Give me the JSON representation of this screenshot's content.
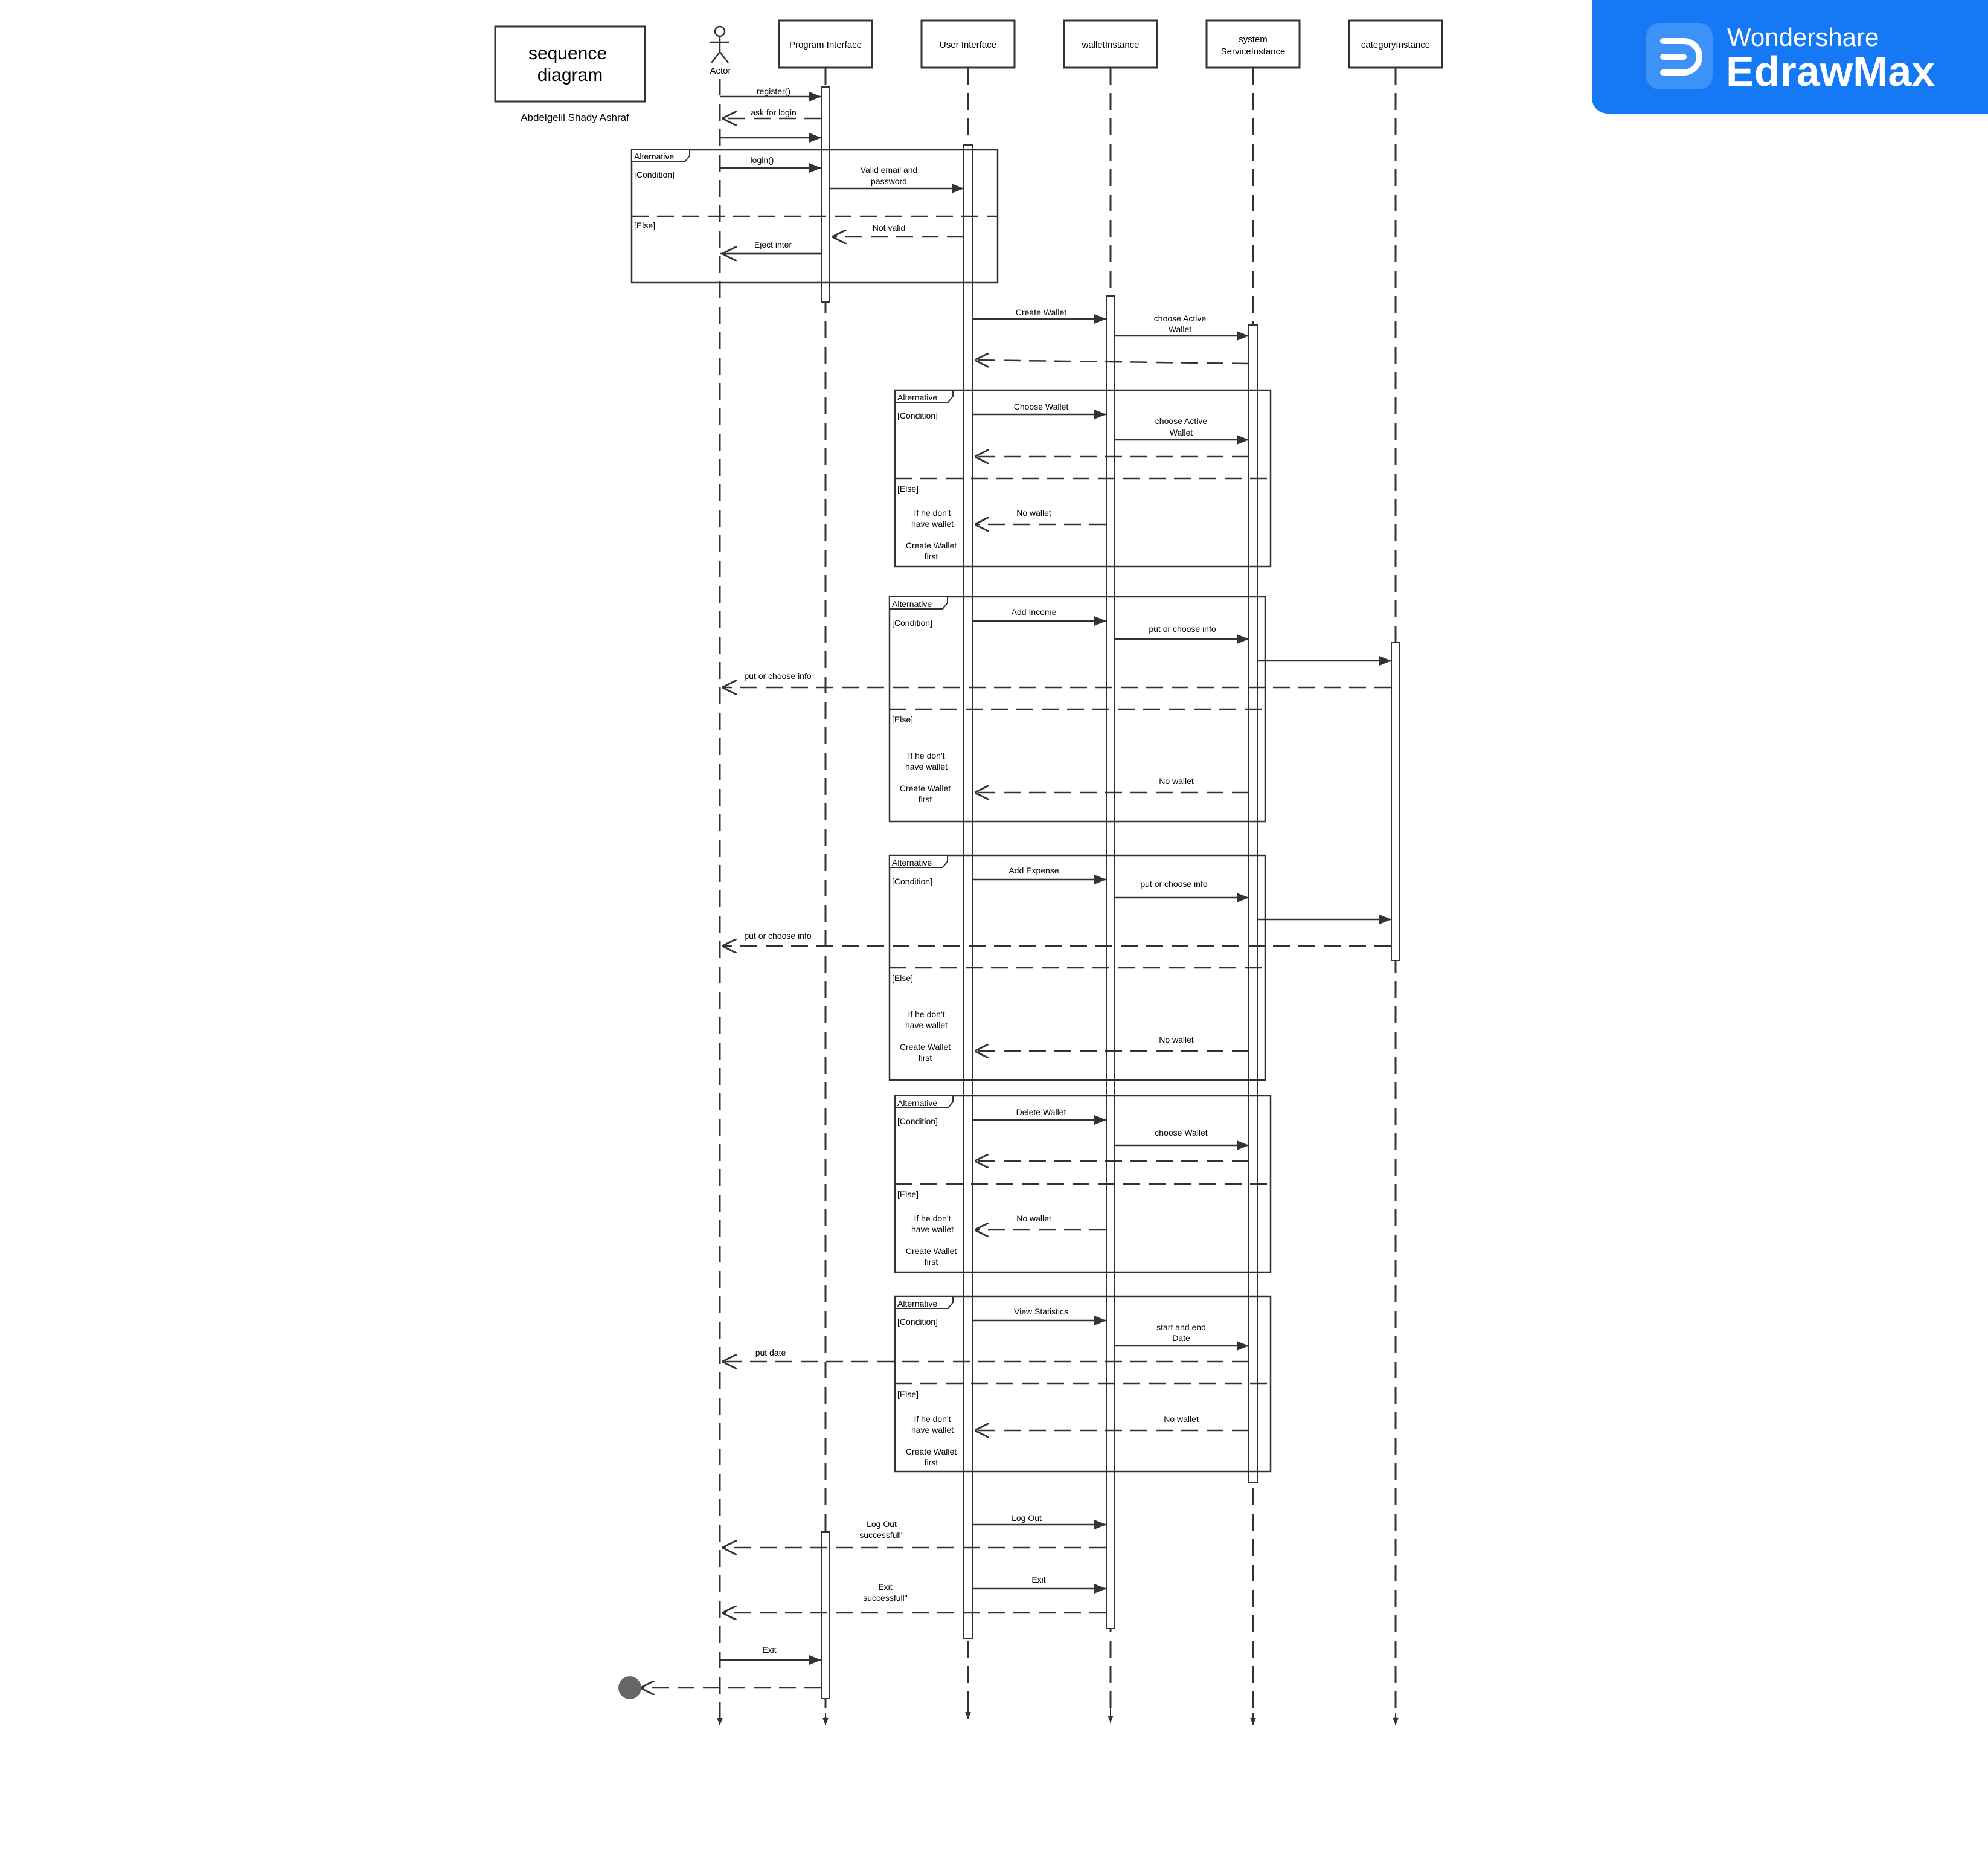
{
  "title": {
    "line1": "sequence",
    "line2": "diagram",
    "author": "Abdelgelil Shady Ashraf"
  },
  "lifelines": {
    "actor": "Actor",
    "program_interface": "Program Interface",
    "user_interface": "User Interface",
    "wallet_instance": "walletInstance",
    "system_service_instance": [
      "system",
      "ServiceInstance"
    ],
    "category_instance": "categoryInstance"
  },
  "fragment_labels": {
    "operator": "Alternative",
    "condition": "[Condition]",
    "else": "[Else]"
  },
  "messages": {
    "register": "register()",
    "ask_for_login": "ask for login",
    "login": "login()",
    "valid_email_password": [
      "Valid email and",
      "password"
    ],
    "not_valid": "Not valid",
    "eject_inter": "Eject inter",
    "create_wallet": "Create Wallet",
    "choose_active_wallet": [
      "choose Active",
      "Wallet"
    ],
    "choose_wallet_cap": "Choose Wallet",
    "choose_wallet": "choose Wallet",
    "no_wallet": "No wallet",
    "no_wallet_note": [
      "If he don't",
      "have wallet"
    ],
    "create_wallet_first": [
      "Create Wallet",
      "first"
    ],
    "add_income": "Add Income",
    "put_or_choose_info": "put or choose info",
    "add_expense": "Add Expense",
    "delete_wallet": "Delete Wallet",
    "view_statistics": "View Statistics",
    "start_end_date": [
      "start and end",
      "Date"
    ],
    "put_date": "put date",
    "log_out": "Log Out",
    "log_out_success": [
      "Log Out",
      "successfull\""
    ],
    "exit": "Exit",
    "exit_success": [
      "Exit",
      "successfull\""
    ]
  },
  "branding": {
    "line1": "Wondershare",
    "line2": "EdrawMax",
    "accent": "#1578f5"
  }
}
